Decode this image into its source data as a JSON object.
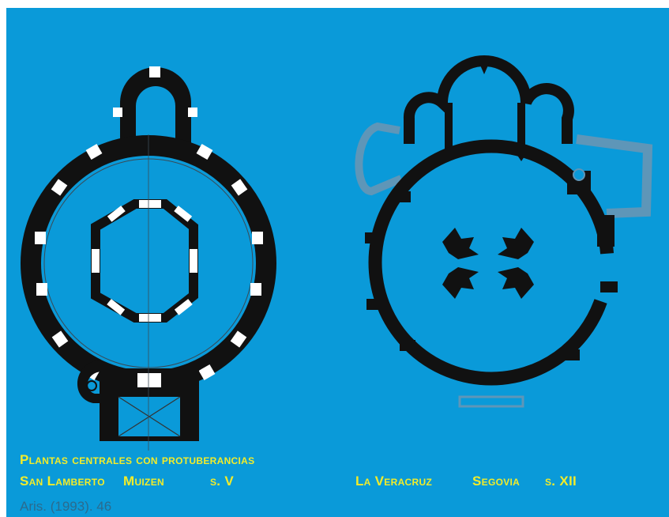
{
  "caption": {
    "title": "Plantas centrales con protuberancias",
    "left_label": {
      "name": "San Lamberto",
      "place": "Muizen",
      "century": "s. V"
    },
    "right_label": {
      "name": "La Veracruz",
      "place": "Segovia",
      "century": "s. XII"
    }
  },
  "source": "Aris. (1993). 46",
  "colors": {
    "background": "#0a9ad9",
    "caption": "#f2ec2a",
    "source": "#2b6b8e",
    "wall": "#111111",
    "opening": "#ffffff"
  }
}
